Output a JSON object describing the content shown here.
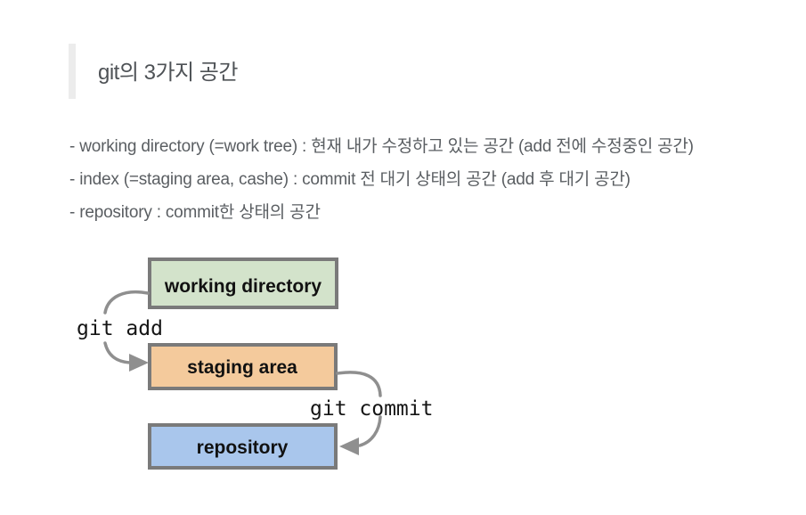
{
  "header": {
    "title": "git의 3가지 공간",
    "accent_bar_color": "#ececec",
    "title_color": "#4e5256"
  },
  "notes": {
    "text_color": "#5a5e62",
    "lines": [
      "- working directory (=work tree) : 현재 내가 수정하고 있는 공간 (add 전에 수정중인 공간)",
      "- index (=staging area, cashe) : commit 전 대기 상태의 공간 (add 후 대기 공간)",
      "- repository : commit한 상태의 공간"
    ]
  },
  "diagram": {
    "boxes": [
      {
        "id": "working-directory",
        "label": "working directory",
        "fill": "#d3e3cb"
      },
      {
        "id": "staging-area",
        "label": "staging area",
        "fill": "#f4ca9c"
      },
      {
        "id": "repository",
        "label": "repository",
        "fill": "#a9c6ec"
      }
    ],
    "box_border_color": "#7a7a7a",
    "box_label_color": "#111111",
    "arrows": [
      {
        "id": "git-add",
        "label": "git add",
        "from": "working-directory",
        "to": "staging-area"
      },
      {
        "id": "git-commit",
        "label": "git commit",
        "from": "staging-area",
        "to": "repository"
      }
    ],
    "arrow_color": "#8f8f8f",
    "command_label_color": "#151515"
  }
}
